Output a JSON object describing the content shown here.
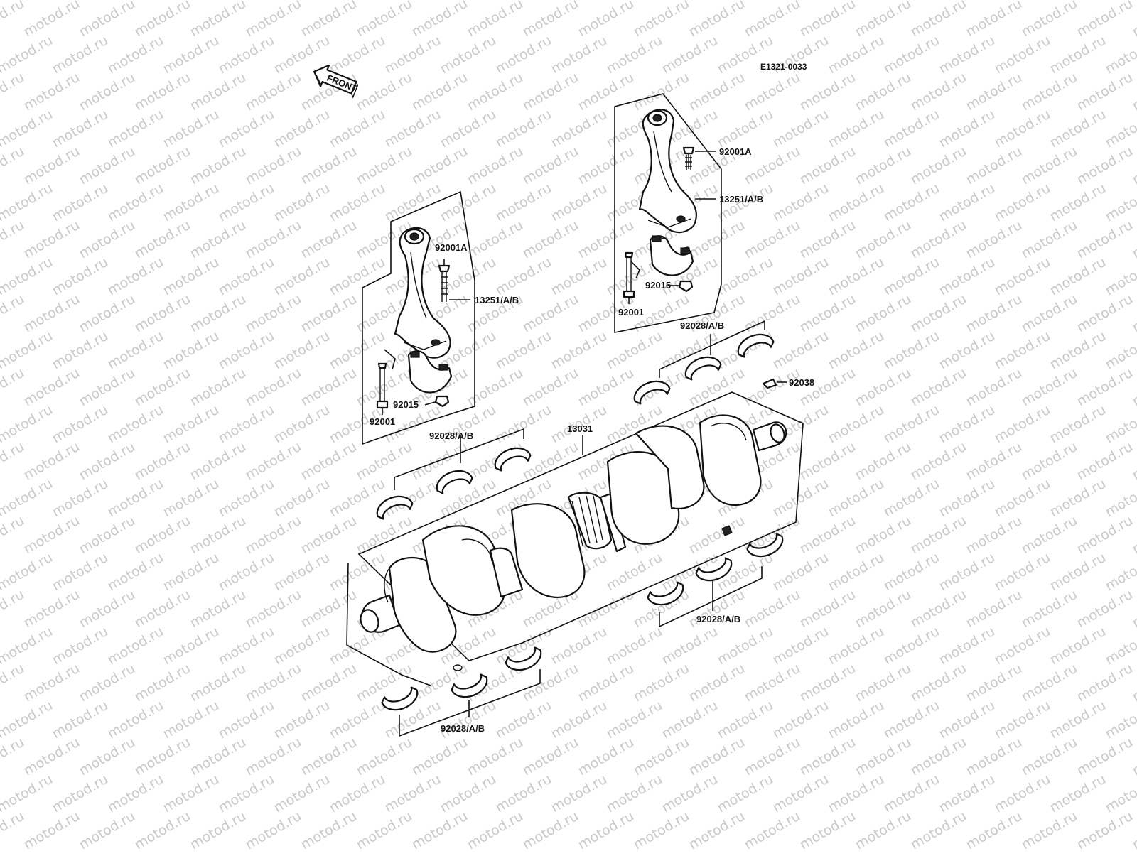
{
  "diagram_code": "E1321-0033",
  "front_label": "FRONT",
  "watermark": "motod.ru",
  "labels": {
    "right_rod_bolt_a": "92001A",
    "right_rod": "13251/A/B",
    "right_nut": "92015",
    "right_bolt": "92001",
    "left_rod_bolt_a": "92001A",
    "left_rod": "13251/A/B",
    "left_nut": "92015",
    "left_bolt": "92001",
    "bearings_upper_right": "92028/A/B",
    "pin": "92038",
    "crankshaft": "13031",
    "bearings_upper_left": "92028/A/B",
    "bearings_lower_right": "92028/A/B",
    "bearings_lower_left": "92028/A/B"
  }
}
